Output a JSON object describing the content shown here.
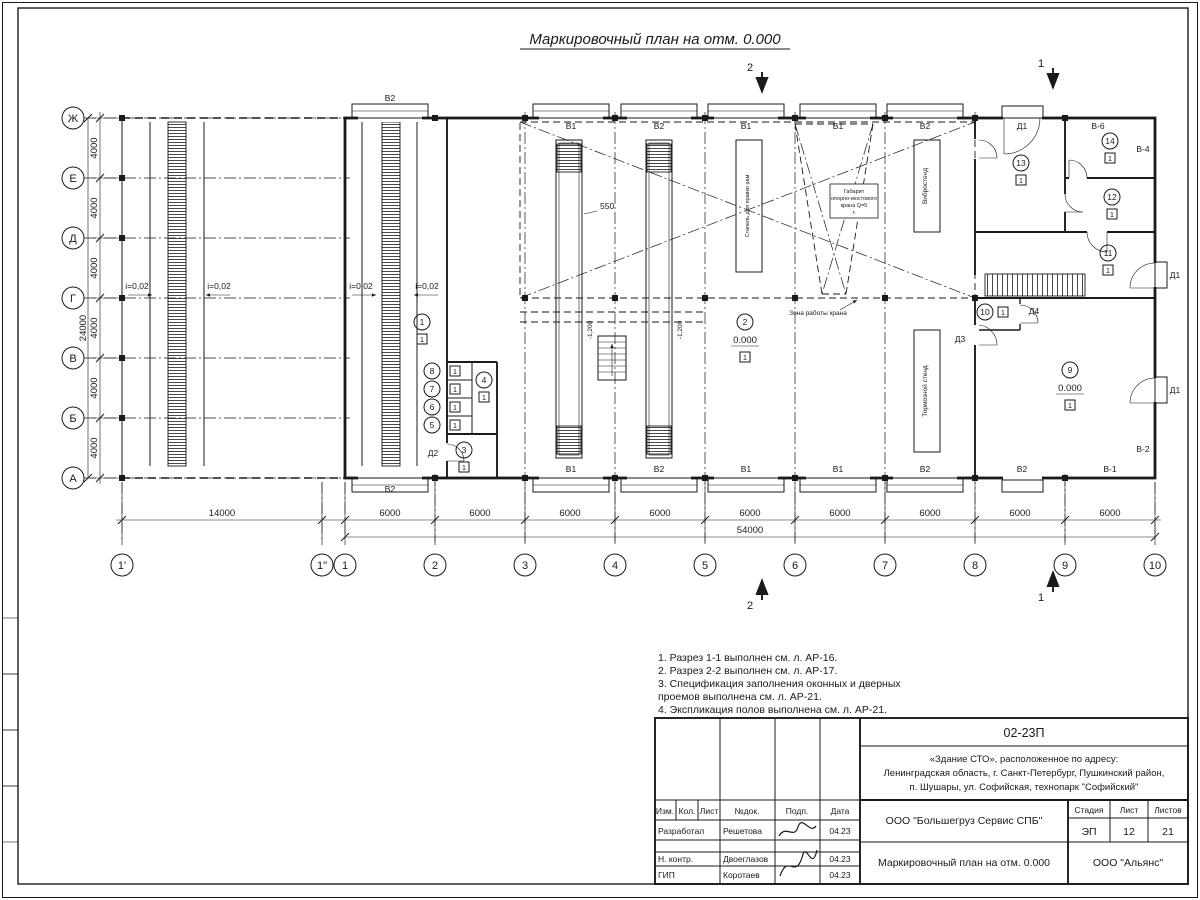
{
  "page": {
    "title": "Маркировочный план на отм. 0.000"
  },
  "axes": {
    "rows": [
      "Ж",
      "Е",
      "Д",
      "Г",
      "В",
      "Б",
      "А"
    ],
    "cols": [
      "1'",
      "1\"",
      "1",
      "2",
      "3",
      "4",
      "5",
      "6",
      "7",
      "8",
      "9",
      "10"
    ]
  },
  "dims": {
    "bottom": [
      "14000",
      "6000",
      "6000",
      "6000",
      "6000",
      "6000",
      "6000",
      "6000",
      "6000",
      "6000"
    ],
    "bottom_total": "54000",
    "left": [
      "4000",
      "4000",
      "4000",
      "4000",
      "4000",
      "4000"
    ],
    "left_total": "24000",
    "pit_width": "550"
  },
  "slopes": [
    "i=0,02",
    "i=0,02",
    "i=0,02",
    "i=0,02"
  ],
  "openings": {
    "top": [
      "В2",
      "В1",
      "В2",
      "В1",
      "В1",
      "В2",
      "Д1",
      "В-6"
    ],
    "bottom": [
      "В2",
      "В1",
      "В2",
      "В1",
      "В1",
      "В2",
      "В2",
      "В-1"
    ],
    "right": [
      "В-4",
      "Д1",
      "Д1",
      "В-2"
    ],
    "inner_doors": [
      "Д2",
      "Д3",
      "Д4"
    ]
  },
  "rooms": [
    {
      "num": "1",
      "floor": "1"
    },
    {
      "num": "2",
      "floor": "1",
      "elev": "0.000"
    },
    {
      "num": "3",
      "floor": "1"
    },
    {
      "num": "4",
      "floor": "1"
    },
    {
      "num": "5",
      "floor": "1"
    },
    {
      "num": "6",
      "floor": "1"
    },
    {
      "num": "7",
      "floor": "1"
    },
    {
      "num": "8",
      "floor": "1"
    },
    {
      "num": "9",
      "floor": "1",
      "elev": "0.000"
    },
    {
      "num": "10",
      "floor": "1"
    },
    {
      "num": "11",
      "floor": "1"
    },
    {
      "num": "12",
      "floor": "1"
    },
    {
      "num": "13",
      "floor": "1"
    },
    {
      "num": "14",
      "floor": "1"
    }
  ],
  "annotations": {
    "crane_zone": "Зона работы крана",
    "crane_gabarit_lines": [
      "Габарит",
      "опорно-мостового",
      "крана Q=5",
      "т."
    ],
    "pit_elev": "-1,200",
    "equip_frame_straightener": "Стапель для правки рам",
    "equip_vibro": "Вибростенд",
    "equip_brake": "Тормозной стенд"
  },
  "sections": {
    "one": "1",
    "two": "2"
  },
  "notes": [
    "1. Разрез 1-1 выполнен см. л. АР-16.",
    "2. Разрез 2-2 выполнен см. л. АР-17.",
    "3. Спецификация заполнения оконных и дверных",
    "    проемов выполнена см. л. АР-21.",
    "4. Экспликация полов выполнена см. л. АР-21."
  ],
  "titleblock": {
    "code": "02-23П",
    "object_lines": [
      "«Здание СТО», расположенное по адресу:",
      "Ленинградская область, г. Санкт-Петербург, Пушкинский район,",
      "п. Шушары, ул. Софийская, технопарк \"Софийский\""
    ],
    "header": [
      "Изм.",
      "Кол.",
      "Лист",
      "№док.",
      "Подп.",
      "Дата"
    ],
    "people": [
      {
        "role": "Разработал",
        "name": "Решетова",
        "date": "04.23"
      },
      {
        "role": "Н. контр.",
        "name": "Двоеглазов",
        "date": "04.23"
      },
      {
        "role": "ГИП",
        "name": "Коротаев",
        "date": "04.23"
      }
    ],
    "org": "ООО \"Большегруз Сервис СПБ\"",
    "stage_label": "Стадия",
    "stage": "ЭП",
    "sheet_label": "Лист",
    "sheet": "12",
    "sheets_label": "Листов",
    "sheets": "21",
    "doc_title": "Маркировочный план на отм. 0.000",
    "company": "ООО \"Альянс\""
  }
}
